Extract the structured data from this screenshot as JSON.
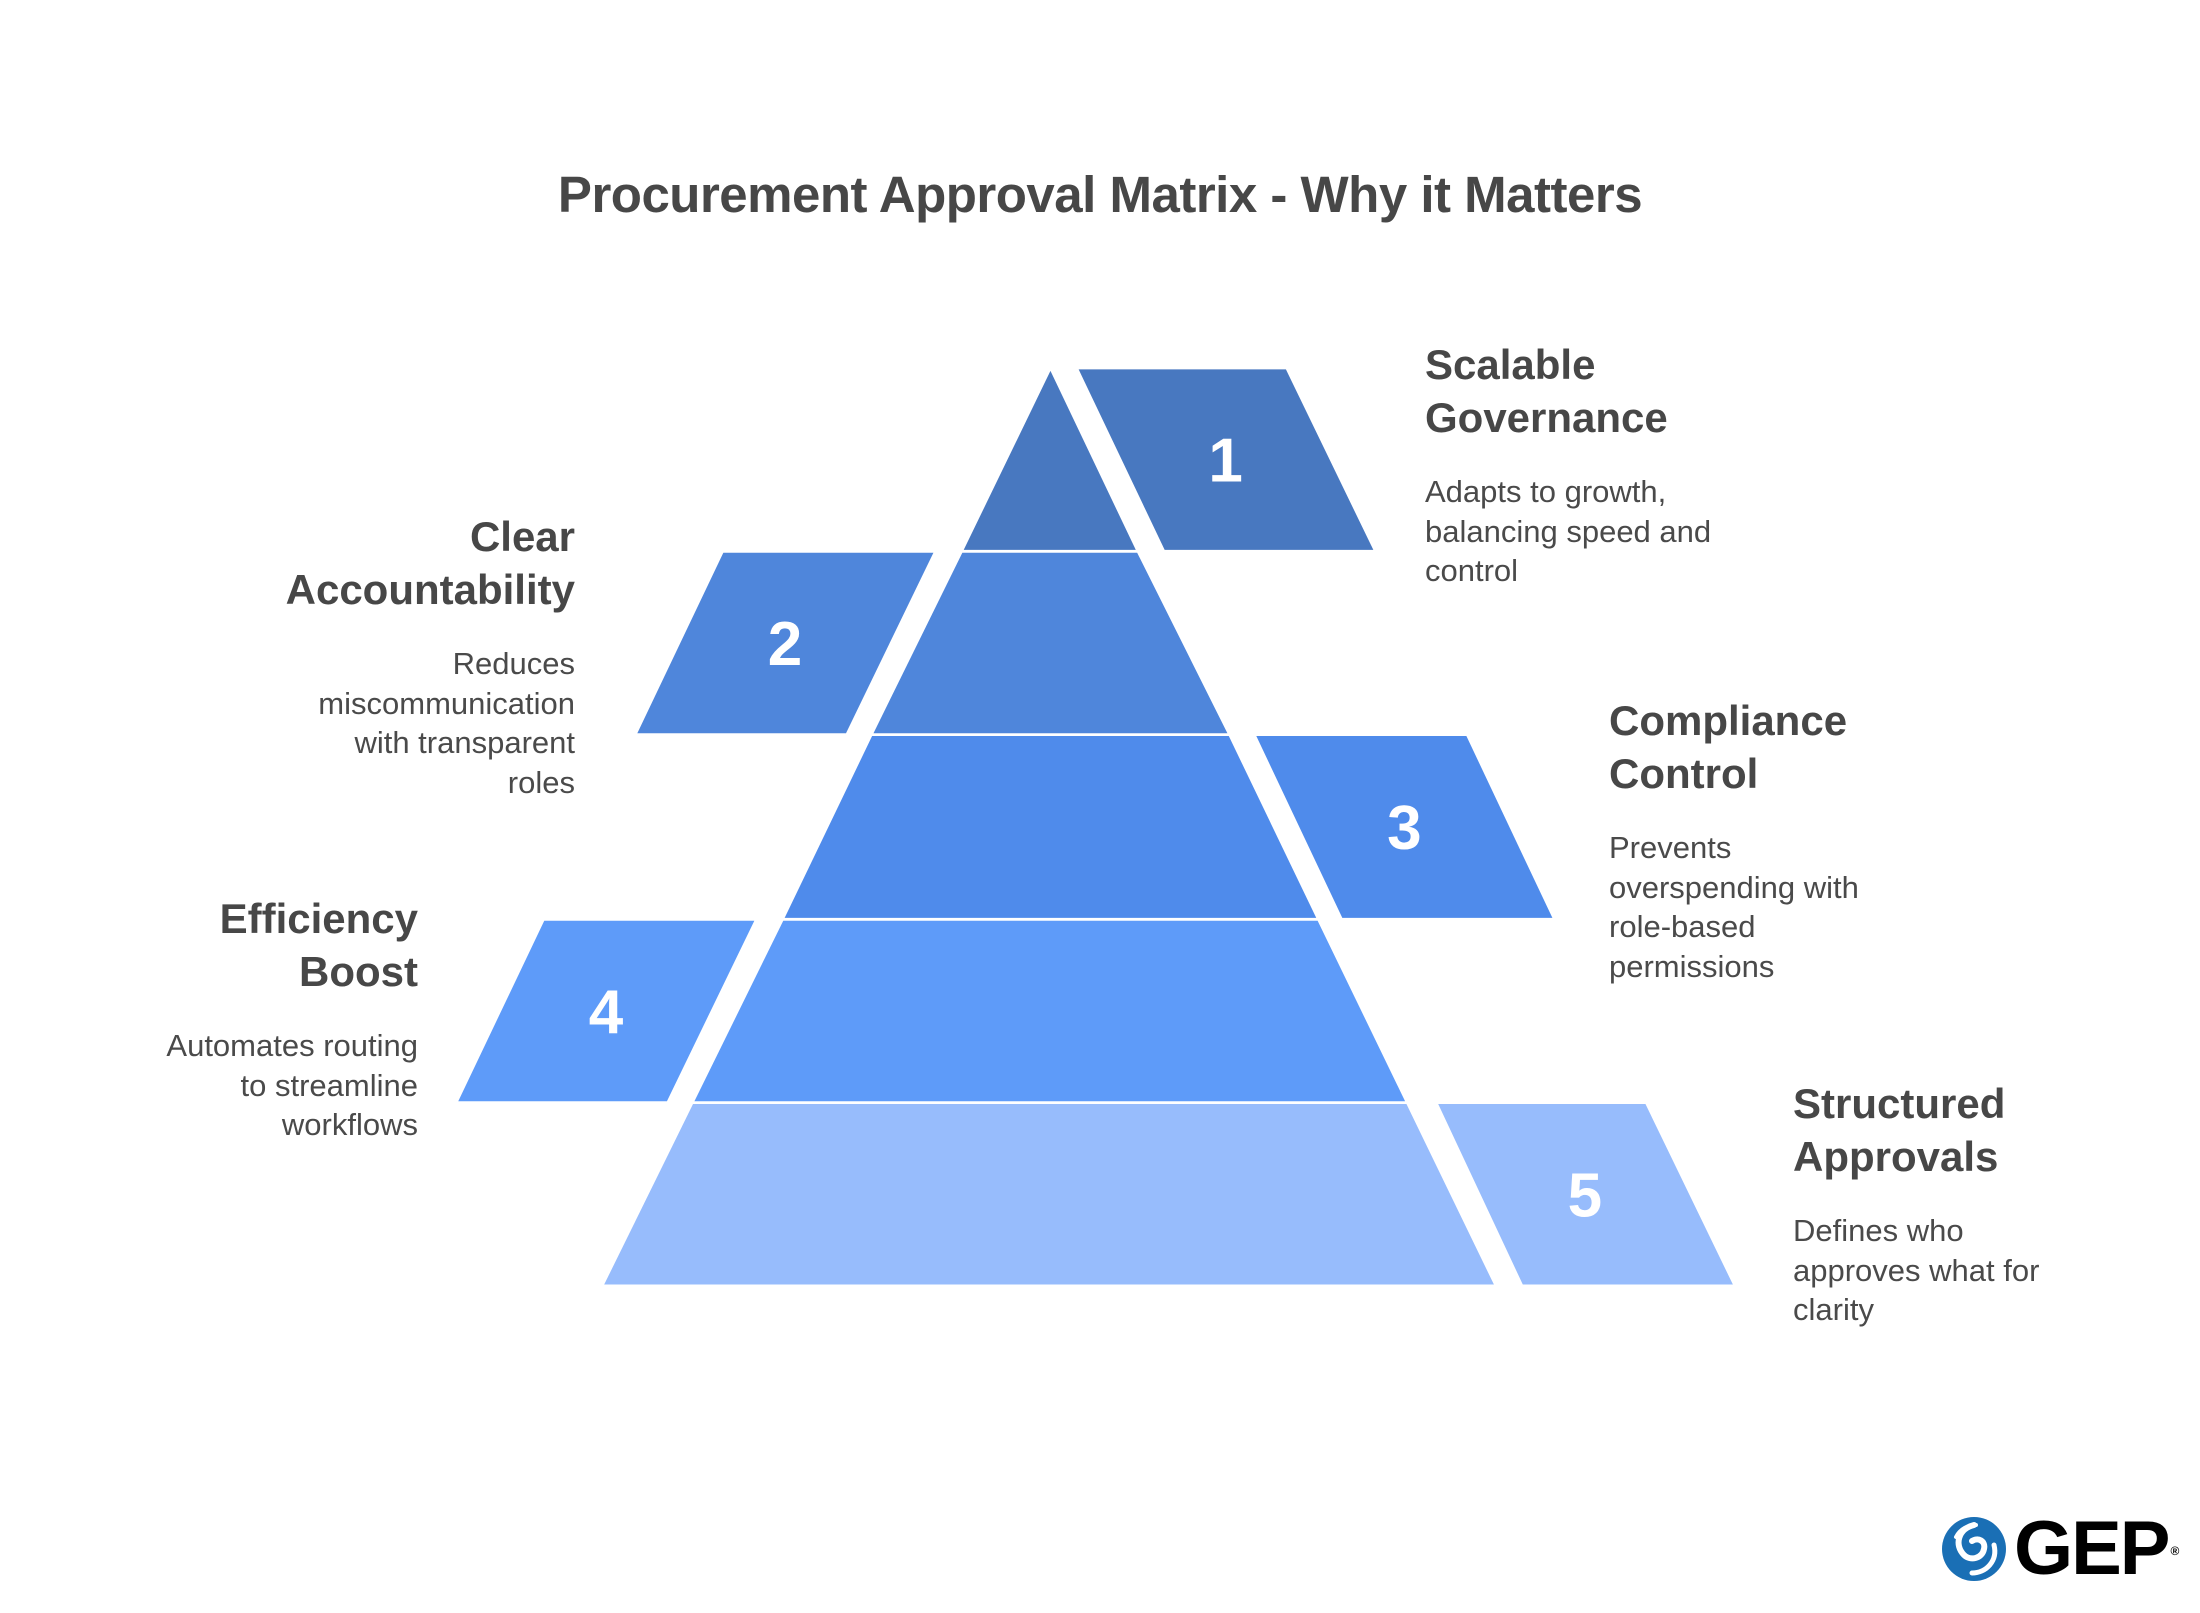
{
  "title": "Procurement Approval Matrix - Why it Matters",
  "levels": [
    {
      "number": "1",
      "heading_line1": "Scalable",
      "heading_line2": "Governance",
      "description": [
        "Adapts to growth,",
        "balancing speed and",
        "control"
      ],
      "color": "#4878C0",
      "side": "right"
    },
    {
      "number": "2",
      "heading_line1": "Clear",
      "heading_line2": "Accountability",
      "description": [
        "Reduces",
        "miscommunication",
        "with transparent",
        "roles"
      ],
      "color": "#4F86DB",
      "side": "left"
    },
    {
      "number": "3",
      "heading_line1": "Compliance",
      "heading_line2": "Control",
      "description": [
        "Prevents",
        "overspending with",
        "role-based",
        "permissions"
      ],
      "color": "#4F8BEB",
      "side": "right"
    },
    {
      "number": "4",
      "heading_line1": "Efficiency",
      "heading_line2": "Boost",
      "description": [
        "Automates routing",
        "to streamline",
        "workflows"
      ],
      "color": "#5E9BF9",
      "side": "left"
    },
    {
      "number": "5",
      "heading_line1": "Structured",
      "heading_line2": "Approvals",
      "description": [
        "Defines who",
        "approves what for",
        "clarity"
      ],
      "color": "#97BCFC",
      "side": "right"
    }
  ],
  "logo": {
    "text": "GEP",
    "registered": "®",
    "icon": "swirl-icon",
    "icon_color": "#1A6FB5"
  }
}
